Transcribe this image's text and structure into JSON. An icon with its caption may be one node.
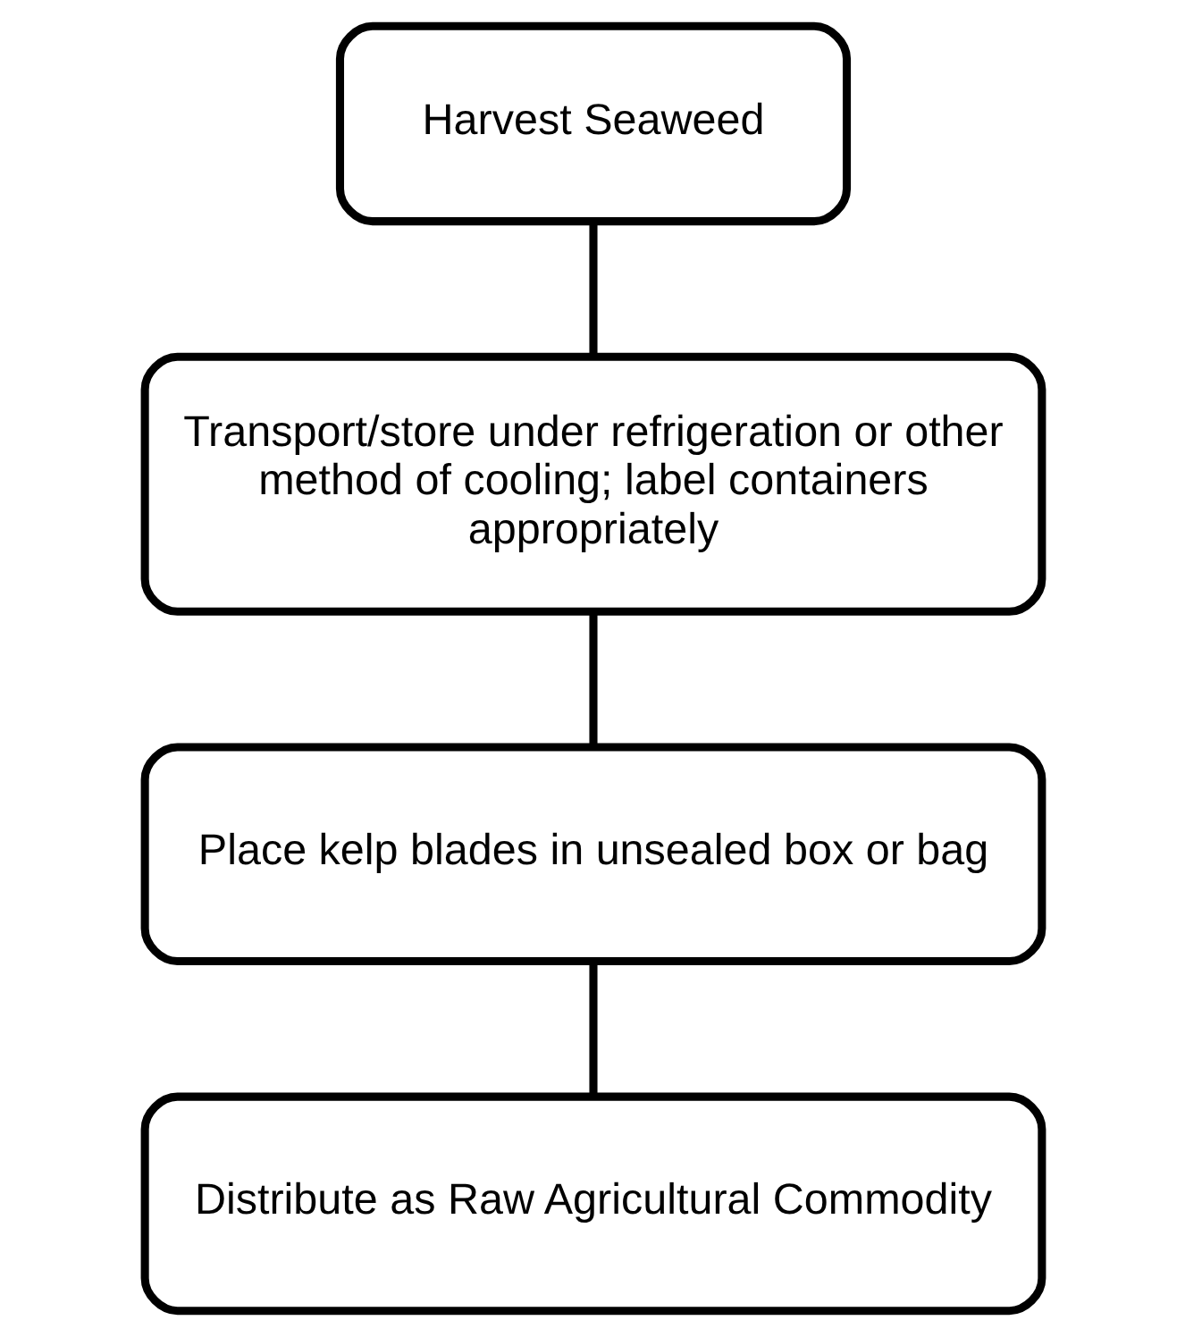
{
  "diagram": {
    "nodes": [
      {
        "text": [
          "Harvest Seaweed"
        ]
      },
      {
        "text": [
          "Transport/store under refrigeration or other method of cooling; label containers appropriately"
        ]
      },
      {
        "text": [
          "Place kelp blades in unsealed box or bag"
        ]
      },
      {
        "text": [
          "Distribute as Raw Agricultural Commodity"
        ]
      }
    ],
    "edges": [
      {
        "from": 0,
        "to": 1,
        "arrow": "none"
      },
      {
        "from": 1,
        "to": 2,
        "arrow": "none"
      },
      {
        "from": 2,
        "to": 3,
        "arrow": "none"
      }
    ]
  }
}
